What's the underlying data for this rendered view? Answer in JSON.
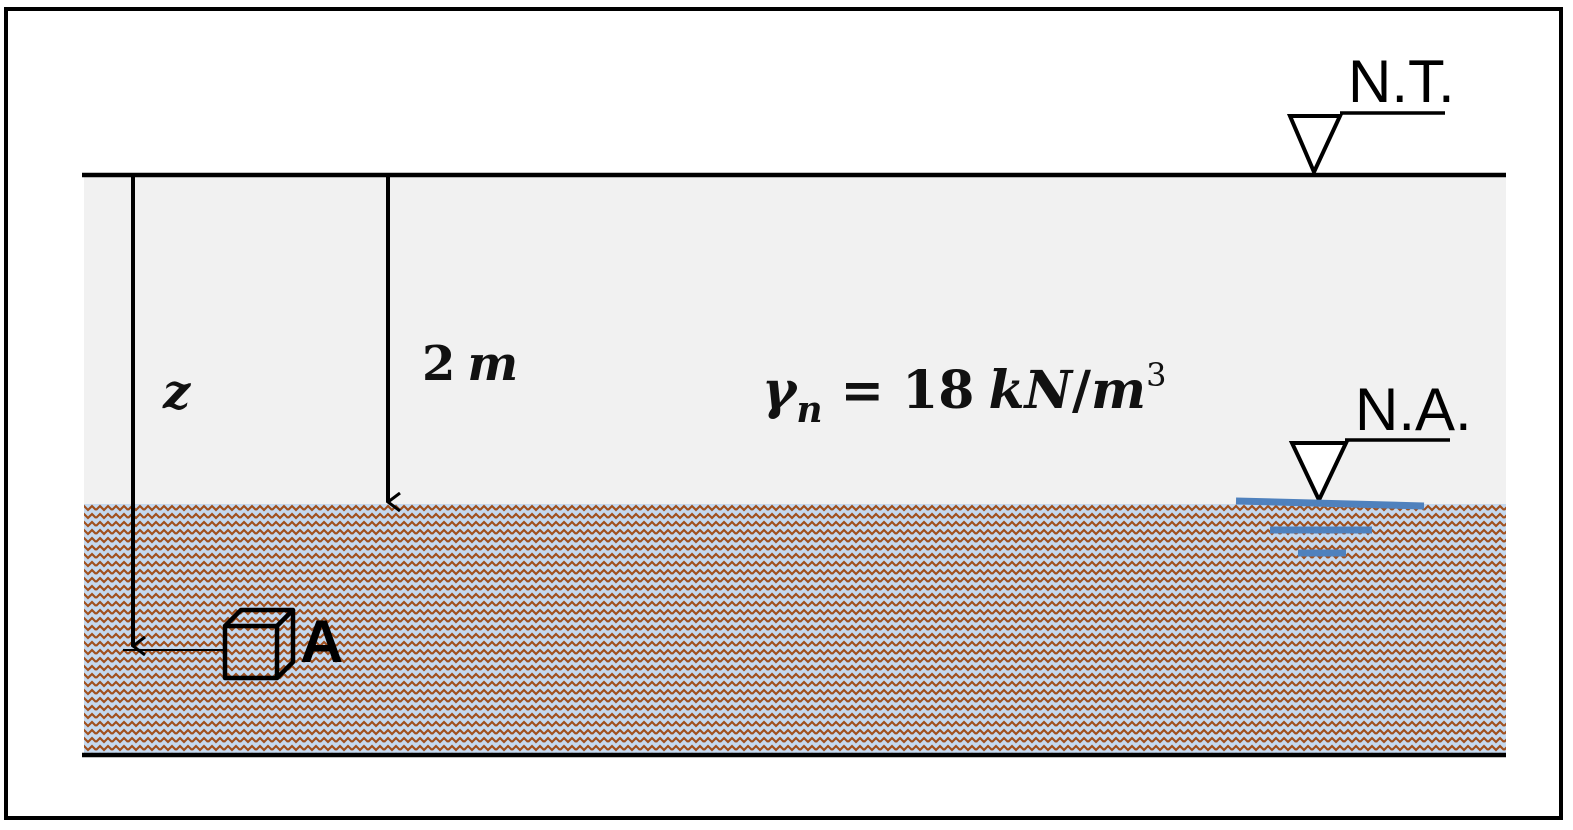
{
  "labels": {
    "ground_level": "N.T.",
    "water_table": "N.A.",
    "depth_variable": "z",
    "depth_value": "2",
    "depth_unit": "m",
    "point": "A"
  },
  "unit_weight": {
    "symbol": "γ",
    "subscript": "n",
    "equals": "=",
    "value": "18",
    "unit_num": "kN",
    "slash": "/",
    "unit_den": "m",
    "exponent": "3"
  },
  "colors": {
    "dry_soil": "#f1f1f1",
    "saturated_bg": "#c5d9ef",
    "saturated_pattern": "#a0501e",
    "water_lines": "#4f81bd",
    "lines": "#000000"
  }
}
